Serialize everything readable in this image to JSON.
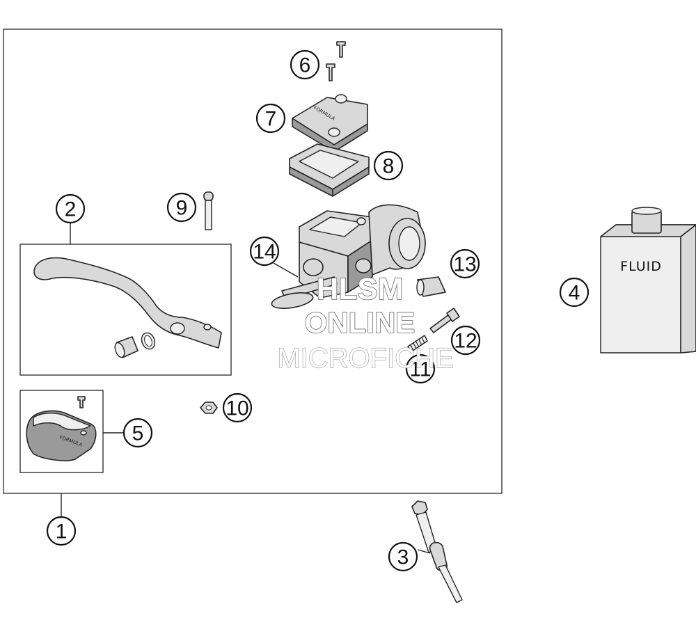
{
  "callouts": [
    {
      "id": 1,
      "label": "1"
    },
    {
      "id": 2,
      "label": "2"
    },
    {
      "id": 3,
      "label": "3"
    },
    {
      "id": 4,
      "label": "4"
    },
    {
      "id": 5,
      "label": "5"
    },
    {
      "id": 6,
      "label": "6"
    },
    {
      "id": 7,
      "label": "7"
    },
    {
      "id": 8,
      "label": "8"
    },
    {
      "id": 9,
      "label": "9"
    },
    {
      "id": 10,
      "label": "10"
    },
    {
      "id": 11,
      "label": "11"
    },
    {
      "id": 12,
      "label": "12"
    },
    {
      "id": 13,
      "label": "13"
    },
    {
      "id": 14,
      "label": "14"
    }
  ],
  "fluid_bottle": {
    "label": "FLUID"
  },
  "reservoir_cover": {
    "brand": "FORMULA"
  },
  "lever_guard": {
    "brand": "FORMULA"
  },
  "watermark": {
    "line1": "HLSM",
    "line2": "ONLINE",
    "line3": "MICROFICHE"
  }
}
